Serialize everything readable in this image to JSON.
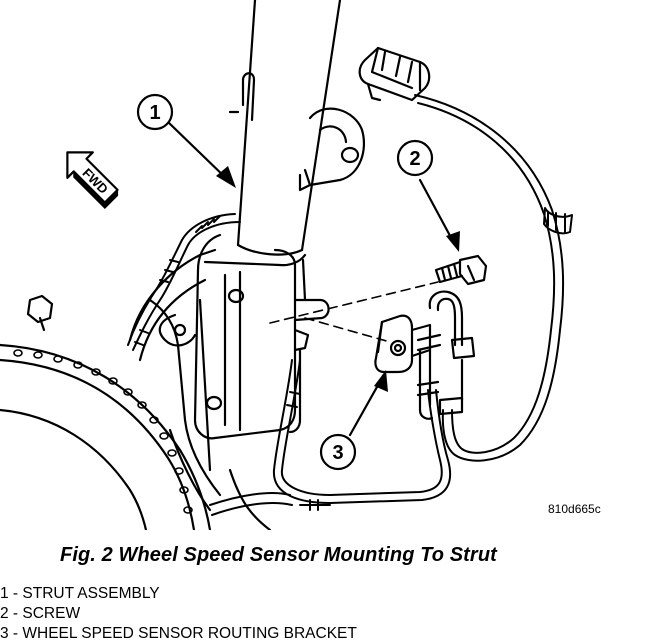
{
  "figure": {
    "callouts": [
      "1",
      "2",
      "3"
    ],
    "direction_label": "FWD",
    "code": "810d665c",
    "caption": "Fig. 2 Wheel Speed Sensor Mounting To Strut"
  },
  "legend": [
    "1 - STRUT ASSEMBLY",
    "2 - SCREW",
    "3 - WHEEL SPEED SENSOR ROUTING BRACKET"
  ]
}
